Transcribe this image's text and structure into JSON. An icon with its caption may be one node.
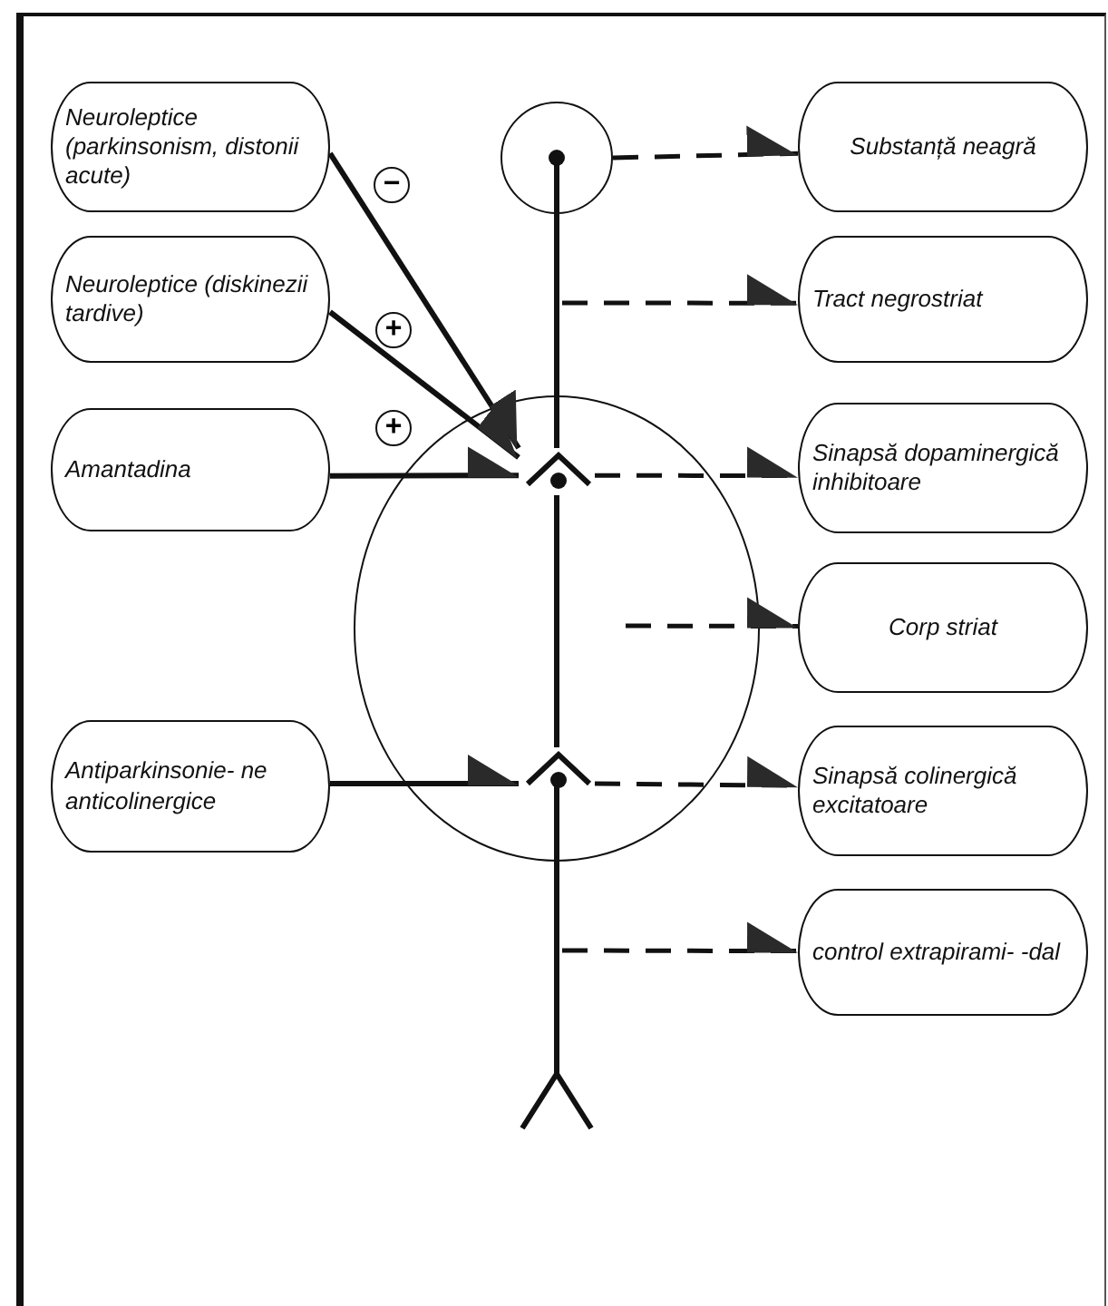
{
  "diagram": {
    "nodes": [
      {
        "text": [
          "Neuroleptice (parkinsonism, distonii acute)"
        ]
      },
      {
        "text": [
          "Neuroleptice (diskinezii tardive)"
        ]
      },
      {
        "text": [
          "Amantadina"
        ]
      },
      {
        "text": [
          "Antiparkinsonie- ne anticolinergice"
        ]
      },
      {
        "text": [
          "Substanță neagră"
        ]
      },
      {
        "text": [
          "Tract negrostriat"
        ]
      },
      {
        "text": [
          "Sinapsă dopaminergică inhibitoare"
        ]
      },
      {
        "text": [
          "Corp striat"
        ]
      },
      {
        "text": [
          "Sinapsă colinergică excitatoare"
        ]
      },
      {
        "text": [
          "control extrapirami- -dal"
        ]
      },
      {
        "text": [],
        "shape": "circle"
      },
      {
        "text": [],
        "shape": "circle"
      },
      {
        "text": [],
        "shape": "picture",
        "in": 11
      },
      {
        "text": [],
        "shape": "picture",
        "in": 11
      }
    ],
    "edges": [
      {
        "from": 0,
        "to": 12,
        "arrow": "to",
        "label": "−"
      },
      {
        "from": 1,
        "to": 12,
        "arrow": "to",
        "label": "+"
      },
      {
        "from": 2,
        "to": 12,
        "arrow": "to",
        "label": "+"
      },
      {
        "from": 3,
        "to": 13,
        "arrow": "to"
      },
      {
        "from": 10,
        "to": 4,
        "arrow": "to",
        "style": "dashed"
      },
      {
        "from": null,
        "to": 5,
        "arrow": "to",
        "style": "dashed"
      },
      {
        "from": 12,
        "to": 6,
        "arrow": "to",
        "style": "dashed"
      },
      {
        "from": null,
        "to": 7,
        "arrow": "to",
        "style": "dashed"
      },
      {
        "from": 13,
        "to": 8,
        "arrow": "to",
        "style": "dashed"
      },
      {
        "from": null,
        "to": 9,
        "arrow": "to",
        "style": "dashed"
      },
      {
        "from": 10,
        "to": 12,
        "arrow": "none"
      },
      {
        "from": 12,
        "to": 13,
        "arrow": "none"
      }
    ]
  }
}
